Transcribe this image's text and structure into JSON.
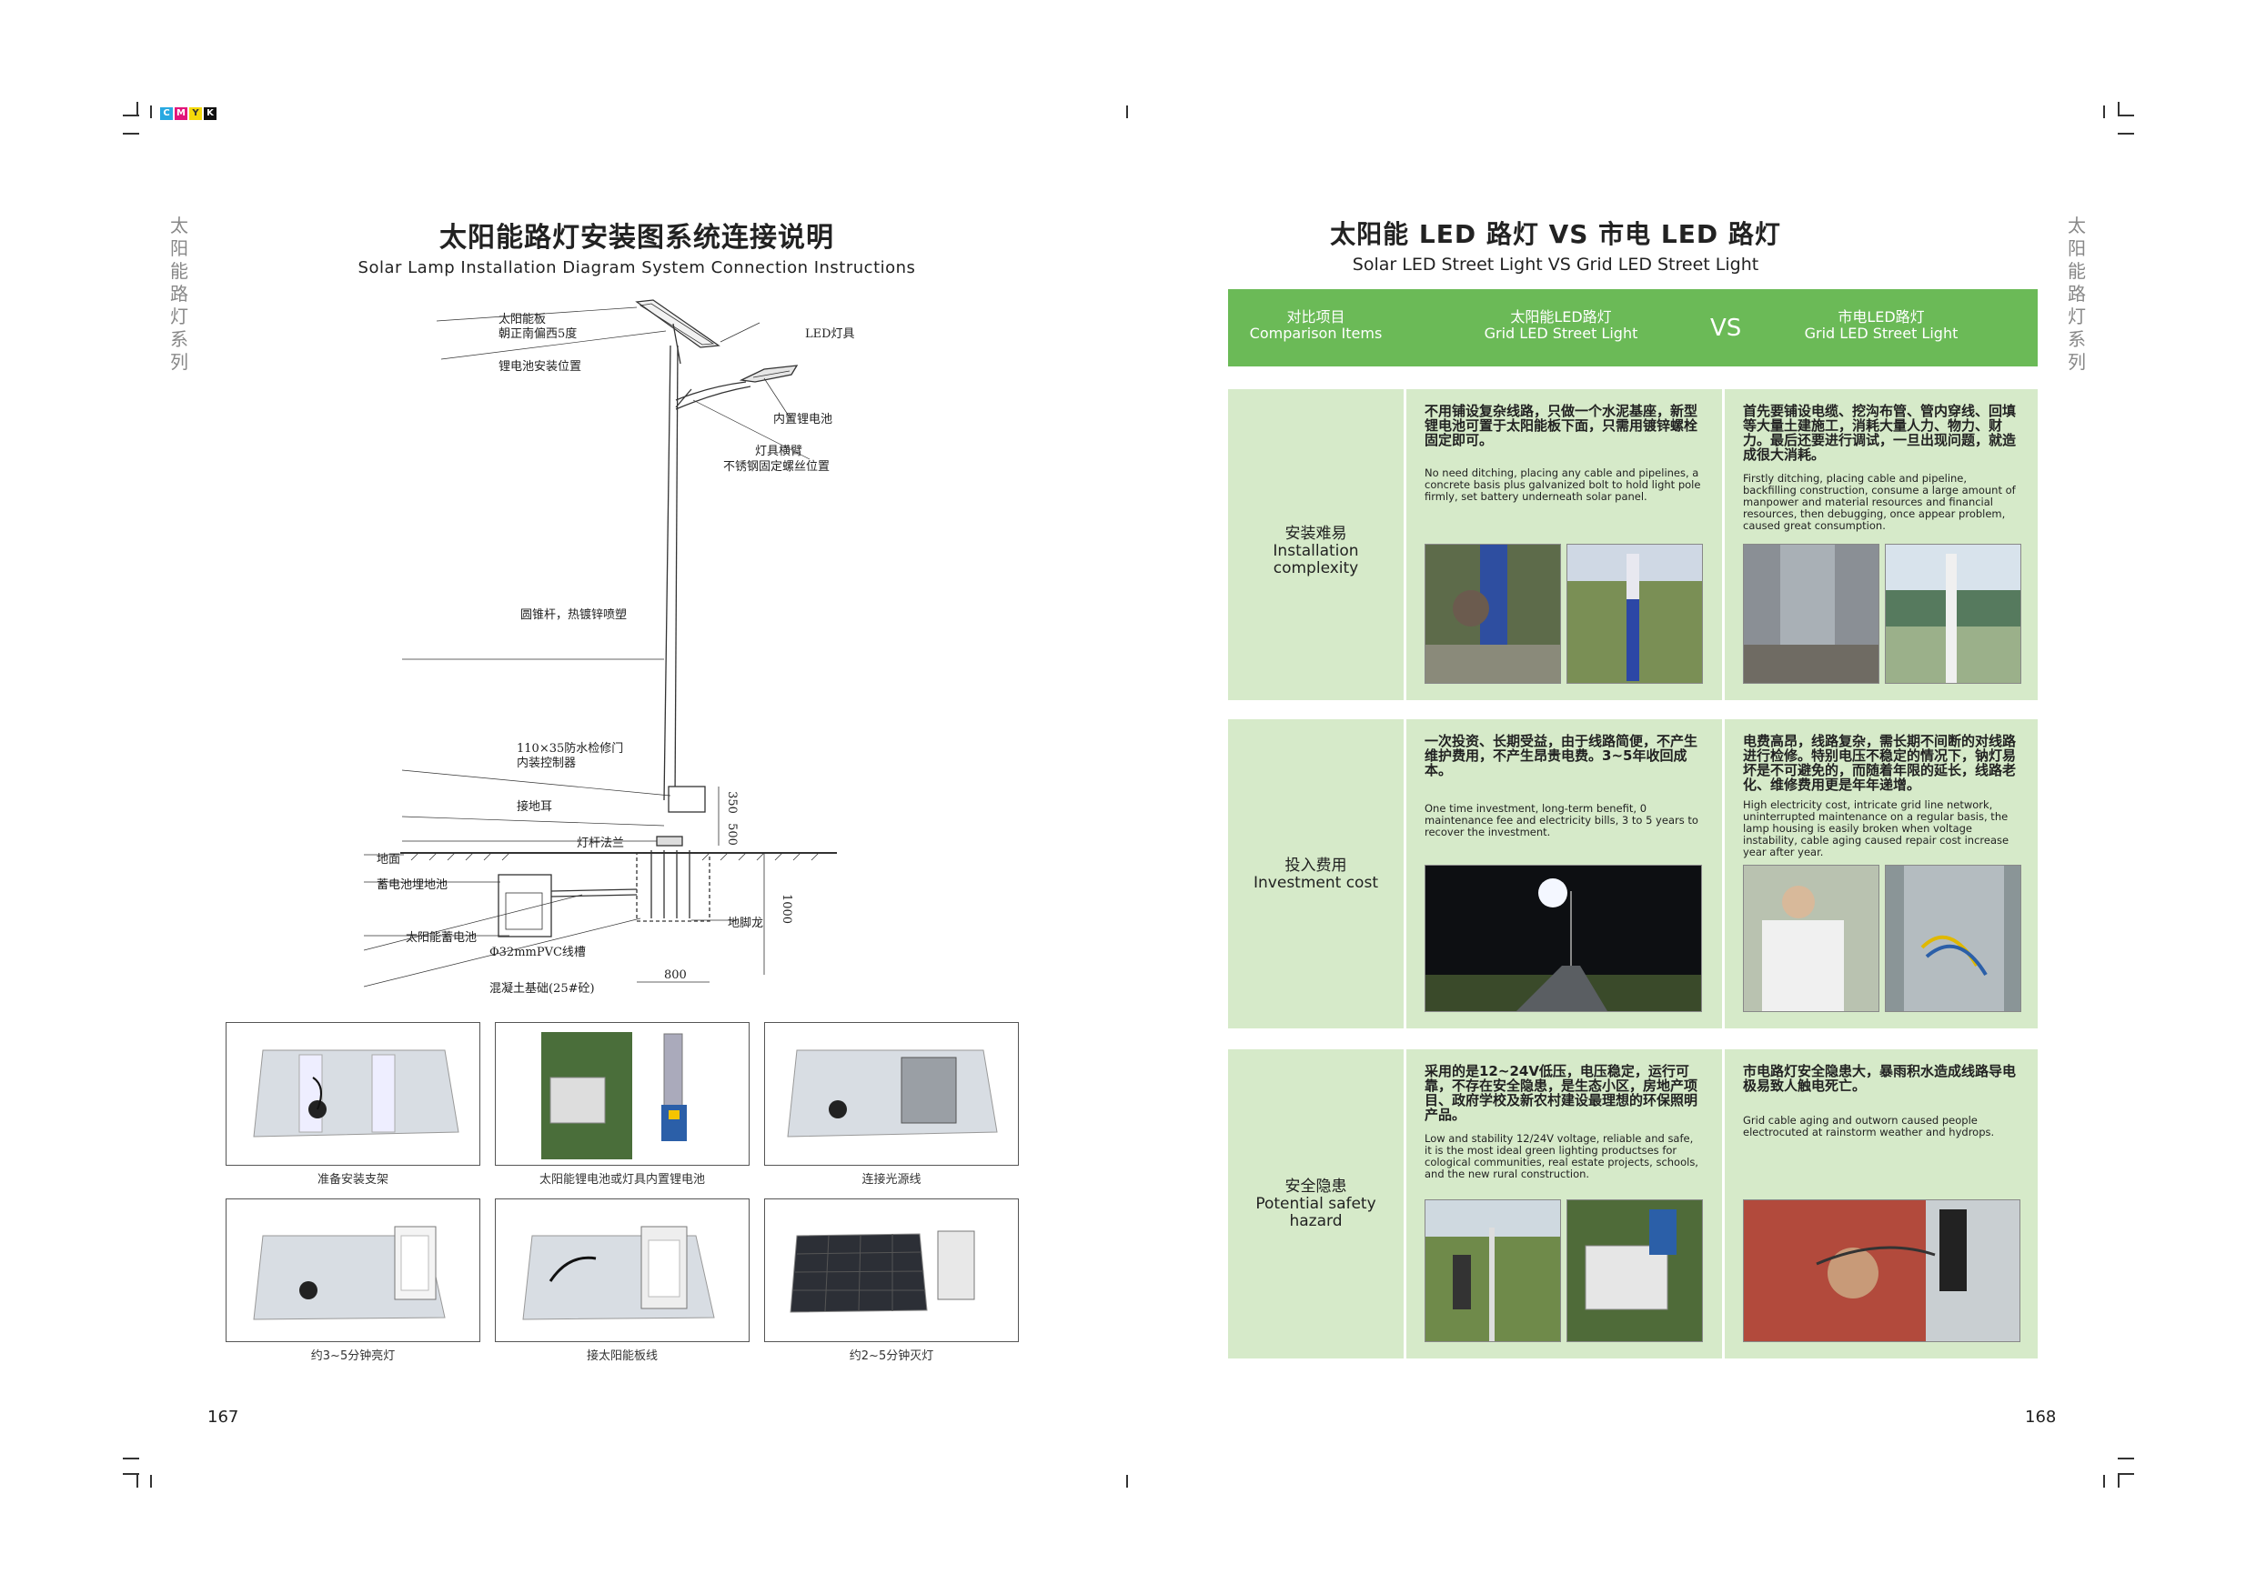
{
  "registration": {
    "cmyk": [
      "C",
      "M",
      "Y",
      "K"
    ]
  },
  "side_label": [
    "太",
    "阳",
    "能",
    "路",
    "灯",
    "系",
    "列"
  ],
  "left_page": {
    "title_zh": "太阳能路灯安装图系统连接说明",
    "title_en": "Solar Lamp Installation Diagram System Connection Instructions",
    "diagram_labels": {
      "panel": "太阳能板",
      "panel_dir": "朝正南偏西5度",
      "led": "LED灯具",
      "battery_pos": "锂电池安装位置",
      "inner_battery": "内置锂电池",
      "arm": "灯具横臂",
      "arm2": "不锈钢固定螺丝位置",
      "pole": "圆锥杆，热镀锌喷塑",
      "door": "110×35防水检修门",
      "door2": "内装控制器",
      "ground_ear": "接地耳",
      "flange": "灯杆法兰",
      "ground": "地面",
      "battery_pit": "蓄电池埋地池",
      "solar_battery": "太阳能蓄电池",
      "pvc": "Φ32mmPVC线槽",
      "anchor": "地脚龙",
      "concrete": "混凝土基础(25#砼)",
      "dim_350": "350",
      "dim_500": "500",
      "dim_1000": "1000",
      "dim_800": "800"
    },
    "photos": [
      {
        "caption": "准备安装支架"
      },
      {
        "caption": "太阳能锂电池或灯具内置锂电池"
      },
      {
        "caption": "连接光源线"
      },
      {
        "caption": "约3~5分钟亮灯"
      },
      {
        "caption": "接太阳能板线"
      },
      {
        "caption": "约2~5分钟灭灯"
      }
    ],
    "page_number": "167"
  },
  "right_page": {
    "title_zh": "太阳能 LED 路灯 VS 市电 LED 路灯",
    "title_en": "Solar LED Street Light  VS Grid LED Street Light",
    "header": {
      "col1_zh": "对比项目",
      "col1_en": "Comparison Items",
      "col2_zh": "太阳能LED路灯",
      "col2_en": "Grid LED Street Light",
      "vs": "VS",
      "col3_zh": "市电LED路灯",
      "col3_en": "Grid LED Street Light"
    },
    "rows": [
      {
        "label_zh": "安装难易",
        "label_en": "Installation complexity",
        "solar_zh": "不用铺设复杂线路，只做一个水泥基座，新型锂电池可置于太阳能板下面，只需用镀锌螺栓固定即可。",
        "solar_en": "No need ditching, placing any cable and pipelines, a concrete basis plus galvanized bolt to hold light pole firmly, set battery underneath solar panel.",
        "grid_zh": "首先要铺设电缆、挖沟布管、管内穿线、回填等大量土建施工，消耗大量人力、物力、财力。最后还要进行调试，一旦出现问题，就造成很大消耗。",
        "grid_en": "Firstly ditching, placing cable and pipeline, backfilling construction, consume a large amount of manpower and material resources and financial resources, then debugging, once appear problem, caused great consumption."
      },
      {
        "label_zh": "投入费用",
        "label_en": "Investment cost",
        "solar_zh": "一次投资、长期受益，由于线路简便，不产生维护费用，不产生昂贵电费。3~5年收回成本。",
        "solar_en": "One time investment, long-term benefit, 0 maintenance fee and electricity bills, 3 to 5 years to recover the investment.",
        "grid_zh": "电费高昂，线路复杂，需长期不间断的对线路进行检修。特别电压不稳定的情况下，钠灯易坏是不可避免的，而随着年限的延长，线路老化、维修费用更是年年递增。",
        "grid_en": "High electricity cost, intricate grid line network, uninterrupted maintenance on a regular basis, the lamp housing is easily broken when voltage instability, cable aging caused repair cost increase year after year."
      },
      {
        "label_zh": "安全隐患",
        "label_en": "Potential safety hazard",
        "solar_zh": "采用的是12~24V低压，电压稳定，运行可靠，不存在安全隐患，是生态小区，房地产项目、政府学校及新农村建设最理想的环保照明产品。",
        "solar_en": "Low and stability 12/24V voltage, reliable and safe, it is the most ideal green lighting productses for cological communities, real estate projects, schools, and the new rural construction.",
        "grid_zh": "市电路灯安全隐患大，暴雨积水造成线路导电极易致人触电死亡。",
        "grid_en": "Grid cable aging and outworn caused people electrocuted at rainstorm weather and hydrops."
      }
    ],
    "page_number": "168"
  }
}
